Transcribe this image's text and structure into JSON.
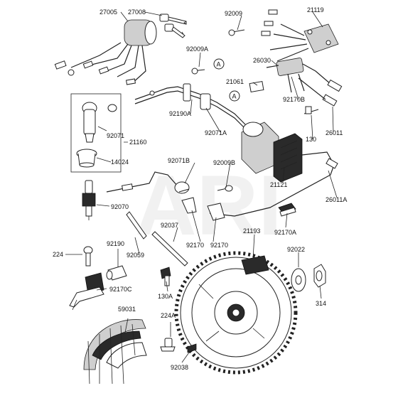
{
  "watermark": "ARI",
  "callout_letter": "A",
  "labels": {
    "p27005": "27005",
    "p27008": "27008",
    "p92009": "92009",
    "p21119": "21119",
    "p92009A": "92009A",
    "p26030": "26030",
    "p21061": "21061",
    "p92170B": "92170B",
    "p92190A": "92190A",
    "p92071A": "92071A",
    "p130": "130",
    "p26011": "26011",
    "p92071": "92071",
    "p21160": "21160",
    "p14024": "14024",
    "p92071B": "92071B",
    "p92009B": "92009B",
    "p21121": "21121",
    "p26011A": "26011A",
    "p92070": "92070",
    "p92037": "92037",
    "p92170": "92170",
    "p92170_2": "92170",
    "p21193": "21193",
    "p92170A": "92170A",
    "p224": "224",
    "p92190": "92190",
    "p92059": "92059",
    "p92022": "92022",
    "p130A": "130A",
    "p314": "314",
    "p92170C": "92170C",
    "p59031": "59031",
    "p224A": "224A",
    "p92038": "92038"
  }
}
